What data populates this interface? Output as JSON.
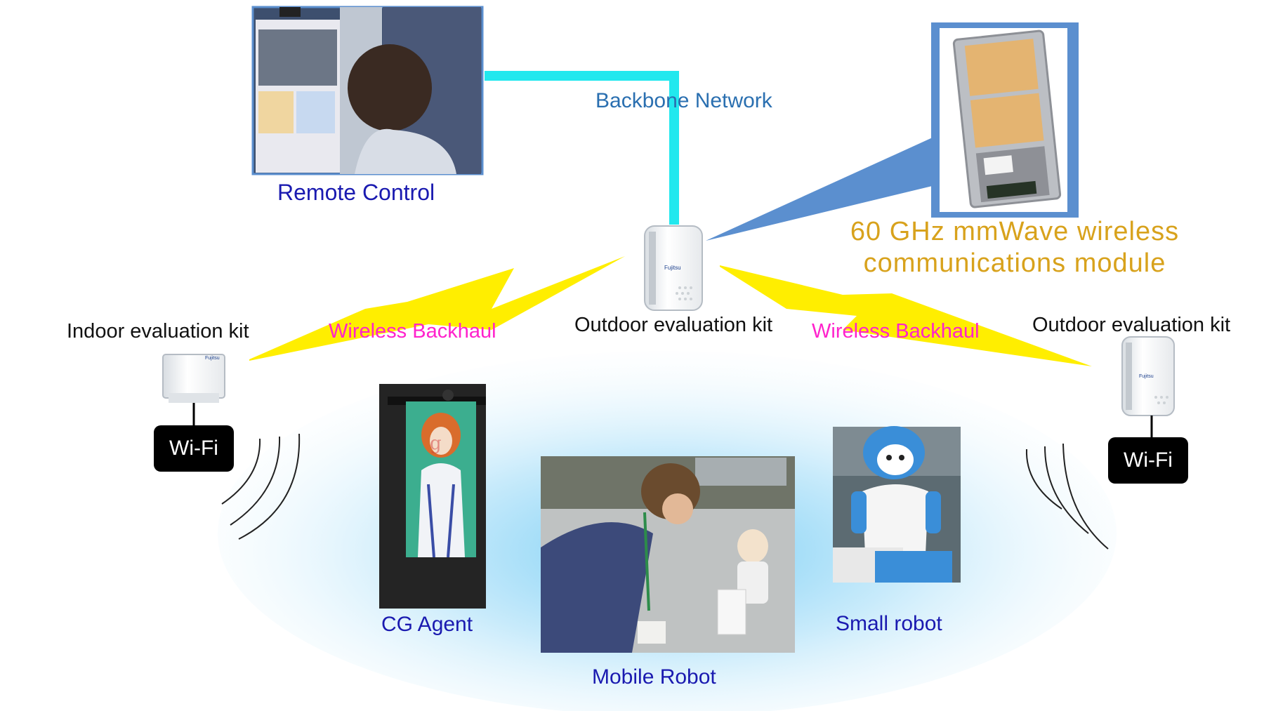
{
  "labels": {
    "remote_control": "Remote Control",
    "backbone_network": "Backbone Network",
    "module_line1": "60 GHz mmWave wireless",
    "module_line2": "communications module",
    "outdoor_kit_center": "Outdoor evaluation kit",
    "outdoor_kit_right": "Outdoor evaluation kit",
    "indoor_kit": "Indoor evaluation kit",
    "wireless_backhaul_left": "Wireless Backhaul",
    "wireless_backhaul_right": "Wireless Backhaul",
    "wifi_left": "Wi-Fi",
    "wifi_right": "Wi-Fi",
    "cg_agent": "CG Agent",
    "mobile_robot": "Mobile Robot",
    "small_robot": "Small robot"
  },
  "colors": {
    "backbone_line": "#22e8ee",
    "lightning": "#ffee00",
    "callout": "#5b8fcf",
    "label_blue": "#1a1ab0",
    "label_magenta": "#ff22cc",
    "label_gold": "#d8a21c"
  }
}
